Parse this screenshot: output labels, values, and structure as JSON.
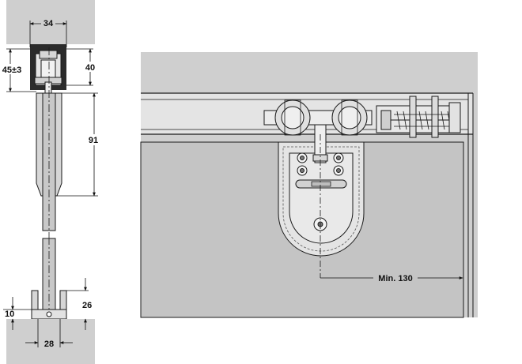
{
  "colors": {
    "wall": "#cfcfcf",
    "panel": "#c4c4c4",
    "metal": "#e2e2e2",
    "line": "#1a1a1a",
    "dark": "#2b2b2b"
  },
  "dimensions": {
    "top_width": "34",
    "height_45": "45±3",
    "height_40": "40",
    "length_91": "91",
    "bottom_26": "26",
    "bottom_10": "10",
    "bottom_28": "28",
    "min_130": "Min. 130"
  }
}
